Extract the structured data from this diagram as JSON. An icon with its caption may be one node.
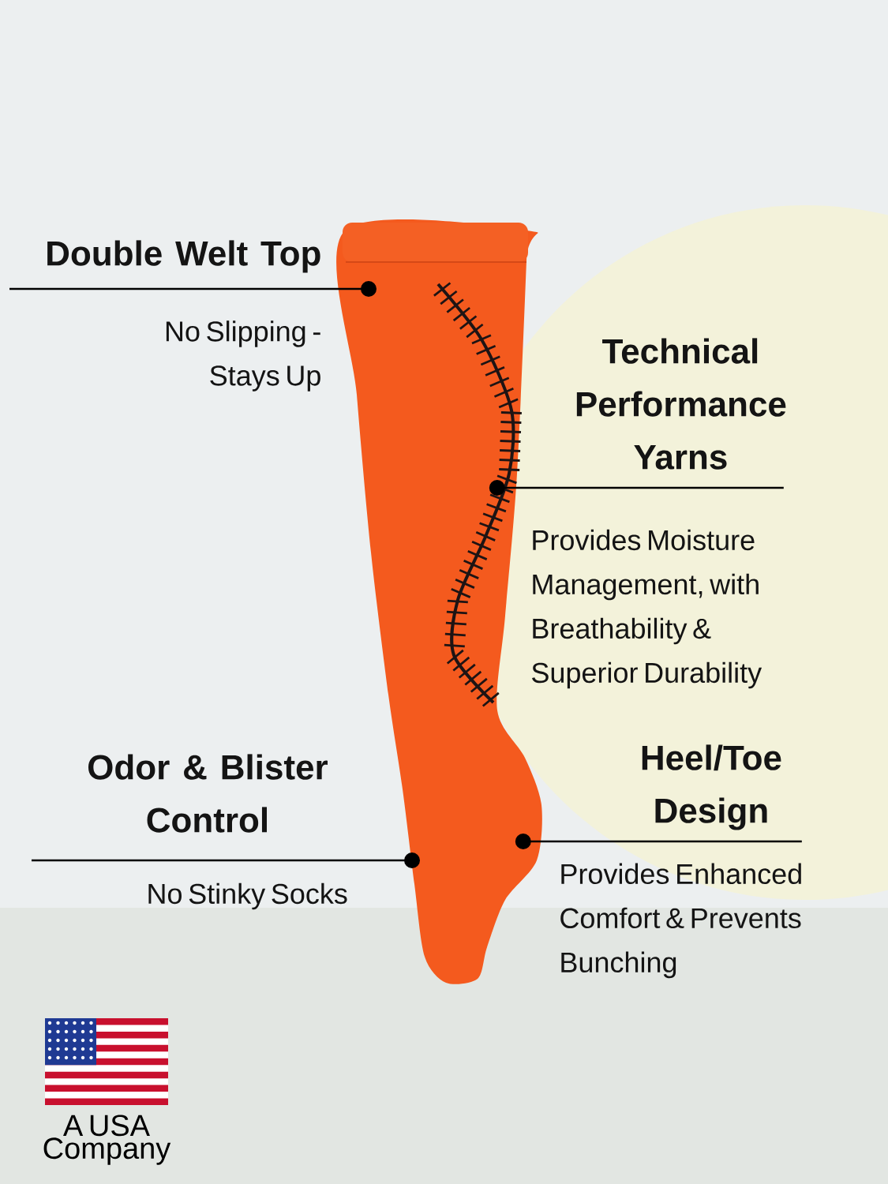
{
  "diagram": {
    "nodes": [
      {
        "text": [],
        "shape": "picture"
      },
      {
        "text": [
          "Double Welt Top",
          "No Slipping - Stays Up"
        ]
      },
      {
        "text": [
          "Technical Performance Yarns",
          "Provides Moisture Management, with Breathability & Superior Durability"
        ]
      },
      {
        "text": [
          "Odor & Blister Control",
          "No Stinky Socks"
        ]
      },
      {
        "text": [
          "Heel/Toe Design",
          "Provides Enhanced Comfort & Prevents Bunching"
        ]
      }
    ],
    "edges": [
      {
        "from": 1,
        "to": 0,
        "arrow": "other"
      },
      {
        "from": 2,
        "to": 0,
        "arrow": "other"
      },
      {
        "from": 3,
        "to": 0,
        "arrow": "other"
      },
      {
        "from": 4,
        "to": 0,
        "arrow": "other"
      }
    ],
    "labels": [
      "A USA Company"
    ]
  }
}
